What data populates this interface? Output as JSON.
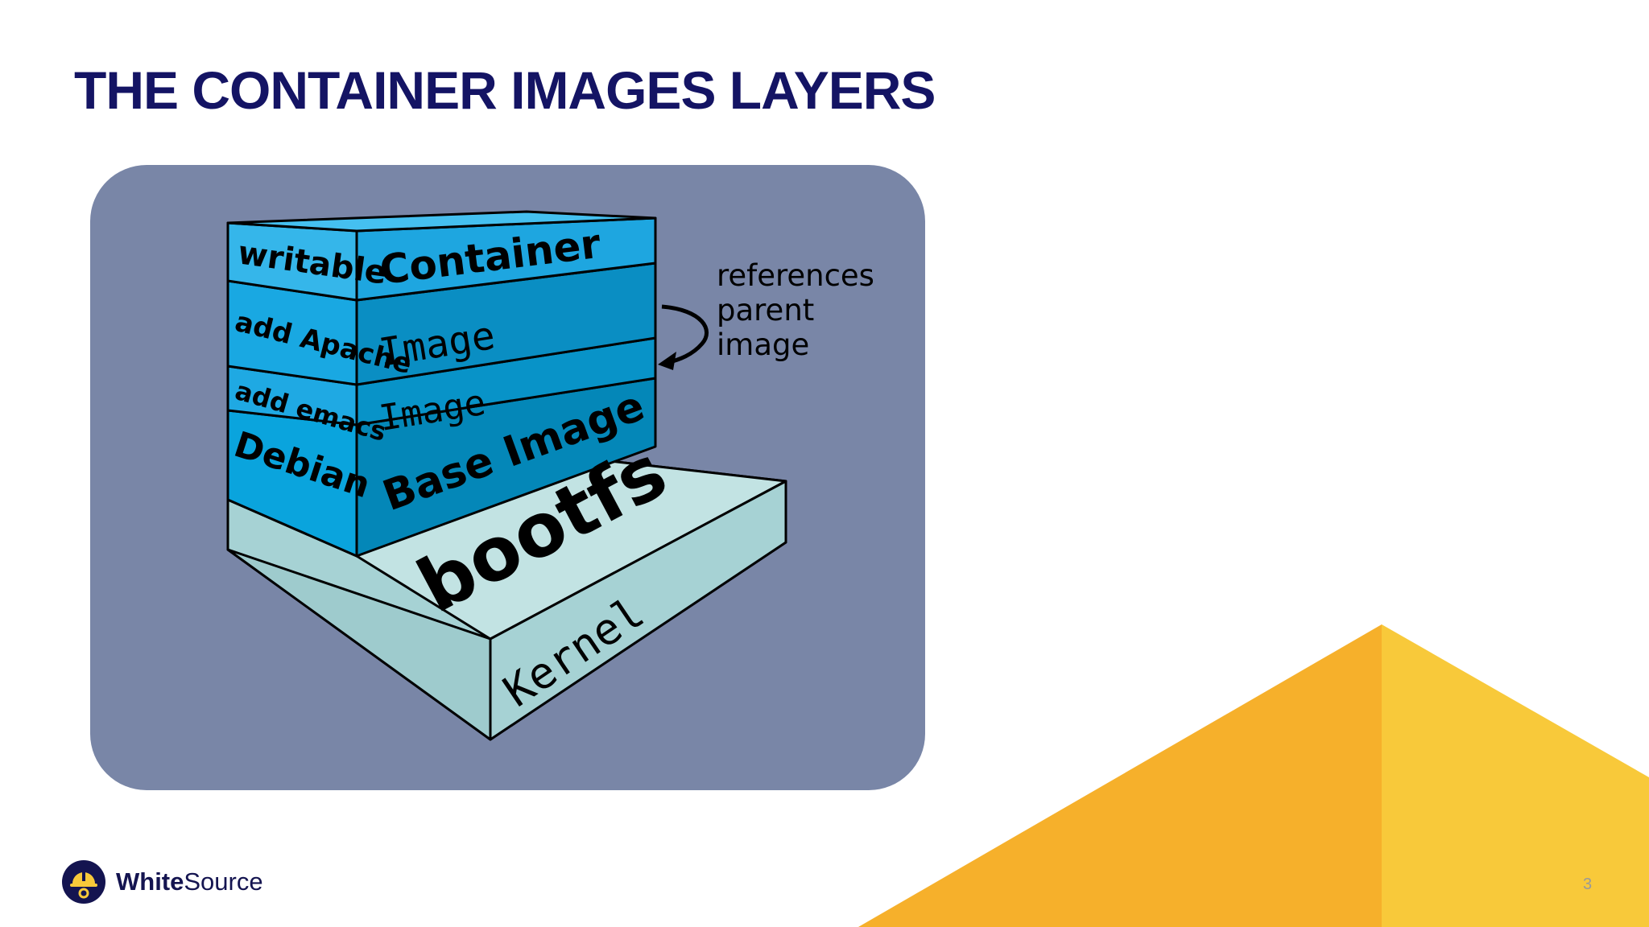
{
  "slide": {
    "title": "THE CONTAINER IMAGES LAYERS",
    "page_number": "3",
    "colors": {
      "title": "#141464",
      "panel": "#7986a7",
      "accent_orange": "#f6b02b",
      "accent_yellow": "#f8c93a"
    }
  },
  "diagram": {
    "layers": [
      {
        "side": "writable",
        "front": "Container"
      },
      {
        "side": "add Apache",
        "front": "Image"
      },
      {
        "side": "add emacs",
        "front": "Image"
      },
      {
        "side": "Debian",
        "front": "Base Image"
      },
      {
        "side": "",
        "front": "bootfs"
      },
      {
        "side": "",
        "front": "Kernel"
      }
    ],
    "annotation": {
      "line1": "references",
      "line2": "parent",
      "line3": "image"
    }
  },
  "logo": {
    "bold": "White",
    "regular": "Source"
  }
}
